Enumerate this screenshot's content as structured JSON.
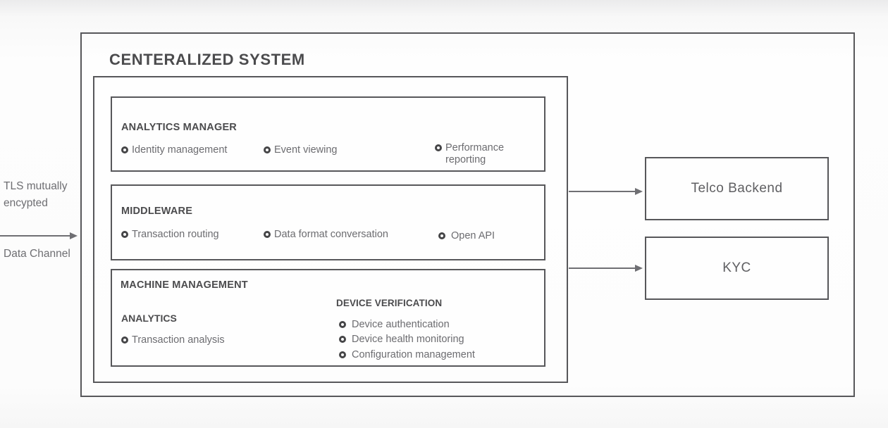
{
  "title": "CENTERALIZED SYSTEM",
  "left_channel": {
    "encryption_label_line1": "TLS mutually",
    "encryption_label_line2": "encypted",
    "channel_label": "Data Channel"
  },
  "modules": [
    {
      "heading": "ANALYTICS MANAGER",
      "items": [
        "Identity management",
        "Event viewing",
        "Performance reporting"
      ]
    },
    {
      "heading": "MIDDLEWARE",
      "items": [
        "Transaction routing",
        "Data format conversation",
        "Open API"
      ]
    },
    {
      "heading": "MACHINE MANAGEMENT",
      "subsections": [
        {
          "heading": "ANALYTICS",
          "items": [
            "Transaction analysis"
          ]
        },
        {
          "heading": "DEVICE VERIFICATION",
          "items": [
            "Device authentication",
            "Device health monitoring",
            "Configuration management"
          ]
        }
      ]
    }
  ],
  "external_systems": [
    {
      "label": "Telco Backend"
    },
    {
      "label": "KYC"
    }
  ],
  "colors": {
    "border": "#57575a",
    "heading_text": "#4b4b4d",
    "body_text": "#6c6c70",
    "arrow": "#6f6f73",
    "background_top": "#ebebec"
  }
}
